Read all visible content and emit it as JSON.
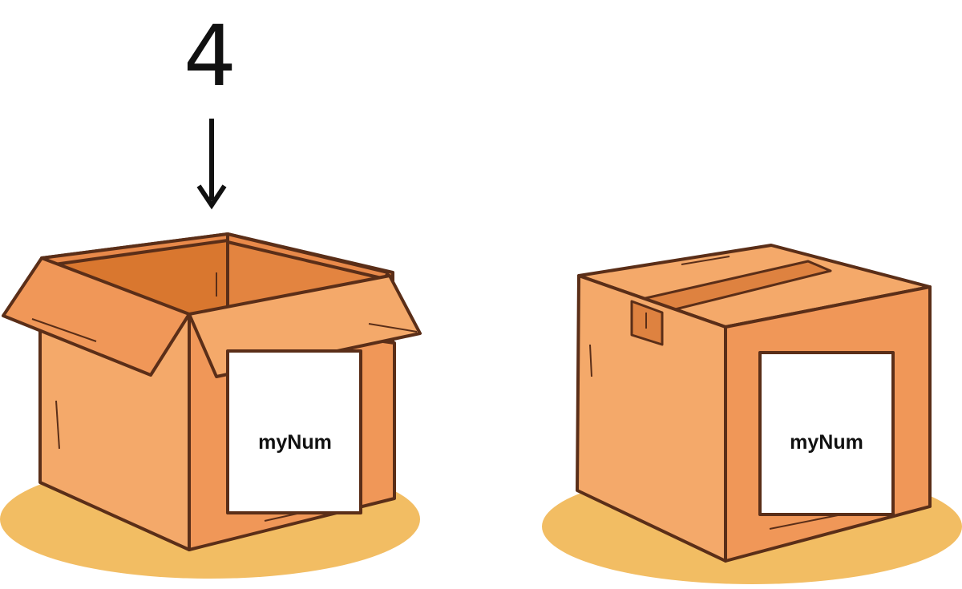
{
  "incoming_value": "4",
  "boxes": [
    {
      "state": "open",
      "label": "myNum"
    },
    {
      "state": "closed",
      "label": "myNum"
    }
  ],
  "colors": {
    "outline": "#5a2e18",
    "box_light": "#f4a96a",
    "box_mid": "#f09758",
    "box_dark": "#d9772f",
    "flap_shade": "#e38440",
    "tape": "#de8240",
    "shadow": "#f2bd63",
    "label_bg": "#ffffff",
    "text": "#111111"
  }
}
